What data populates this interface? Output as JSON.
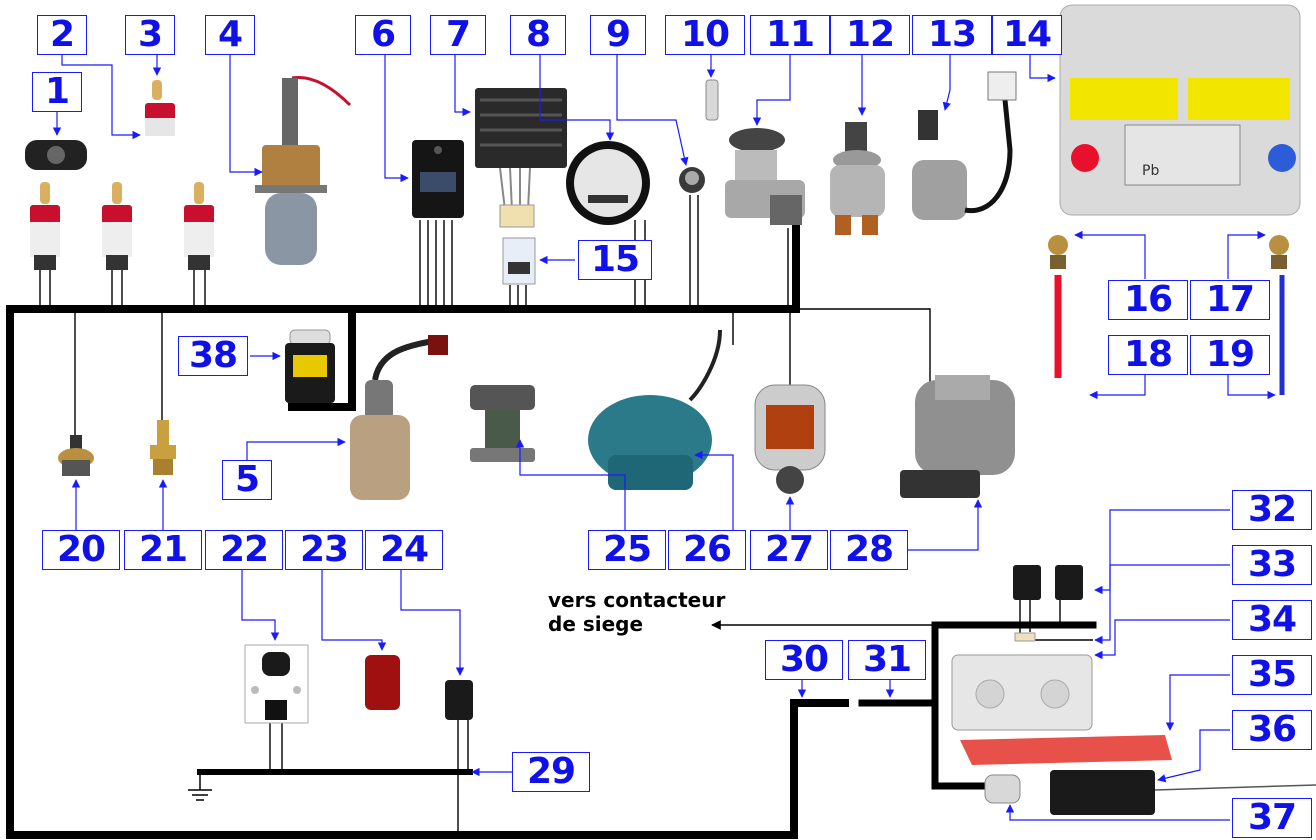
{
  "labels": [
    "1",
    "2",
    "3",
    "4",
    "5",
    "6",
    "7",
    "8",
    "9",
    "10",
    "11",
    "12",
    "13",
    "14",
    "15",
    "16",
    "17",
    "18",
    "19",
    "20",
    "21",
    "22",
    "23",
    "24",
    "25",
    "26",
    "27",
    "28",
    "29",
    "30",
    "31",
    "32",
    "33",
    "34",
    "35",
    "36",
    "37",
    "38"
  ],
  "annotation": {
    "line1": "vers contacteur",
    "line2": "de siege"
  },
  "battery": {
    "label": "Pb"
  },
  "colors": {
    "label_blue": "#1010e8",
    "harness_black": "#000000",
    "battery_yellow": "#f2e600",
    "positive_red": "#e8102a",
    "negative_blue": "#2030d0"
  }
}
